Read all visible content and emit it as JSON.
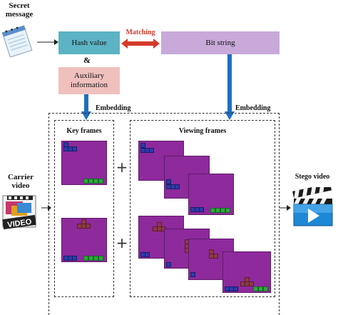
{
  "labels": {
    "secret_message": "Secret\nmessage",
    "hash_value": "Hash value",
    "matching": "Matching",
    "bit_string": "Bit string",
    "ampersand": "&",
    "auxiliary_information": "Auxiliary\ninformation",
    "embedding_left": "Embedding",
    "embedding_right": "Embedding",
    "key_frames": "Key frames",
    "viewing_frames": "Viewing frames",
    "carrier_video": "Carrier\nvideo",
    "stego_video": "Stego video",
    "plus_top": "+",
    "plus_bottom": "+"
  },
  "colors": {
    "hash_box": "#5bb3c4",
    "bit_box": "#c8a9d9",
    "aux_box": "#f0c0bc",
    "arrow_blue": "#1f6fbf",
    "matching_red": "#d43a2a",
    "frame_purple": "#8e2a9c"
  },
  "icons": {
    "notepad": "notepad-icon",
    "carrier": "video-file-icon",
    "stego": "clapperboard-play-icon"
  }
}
